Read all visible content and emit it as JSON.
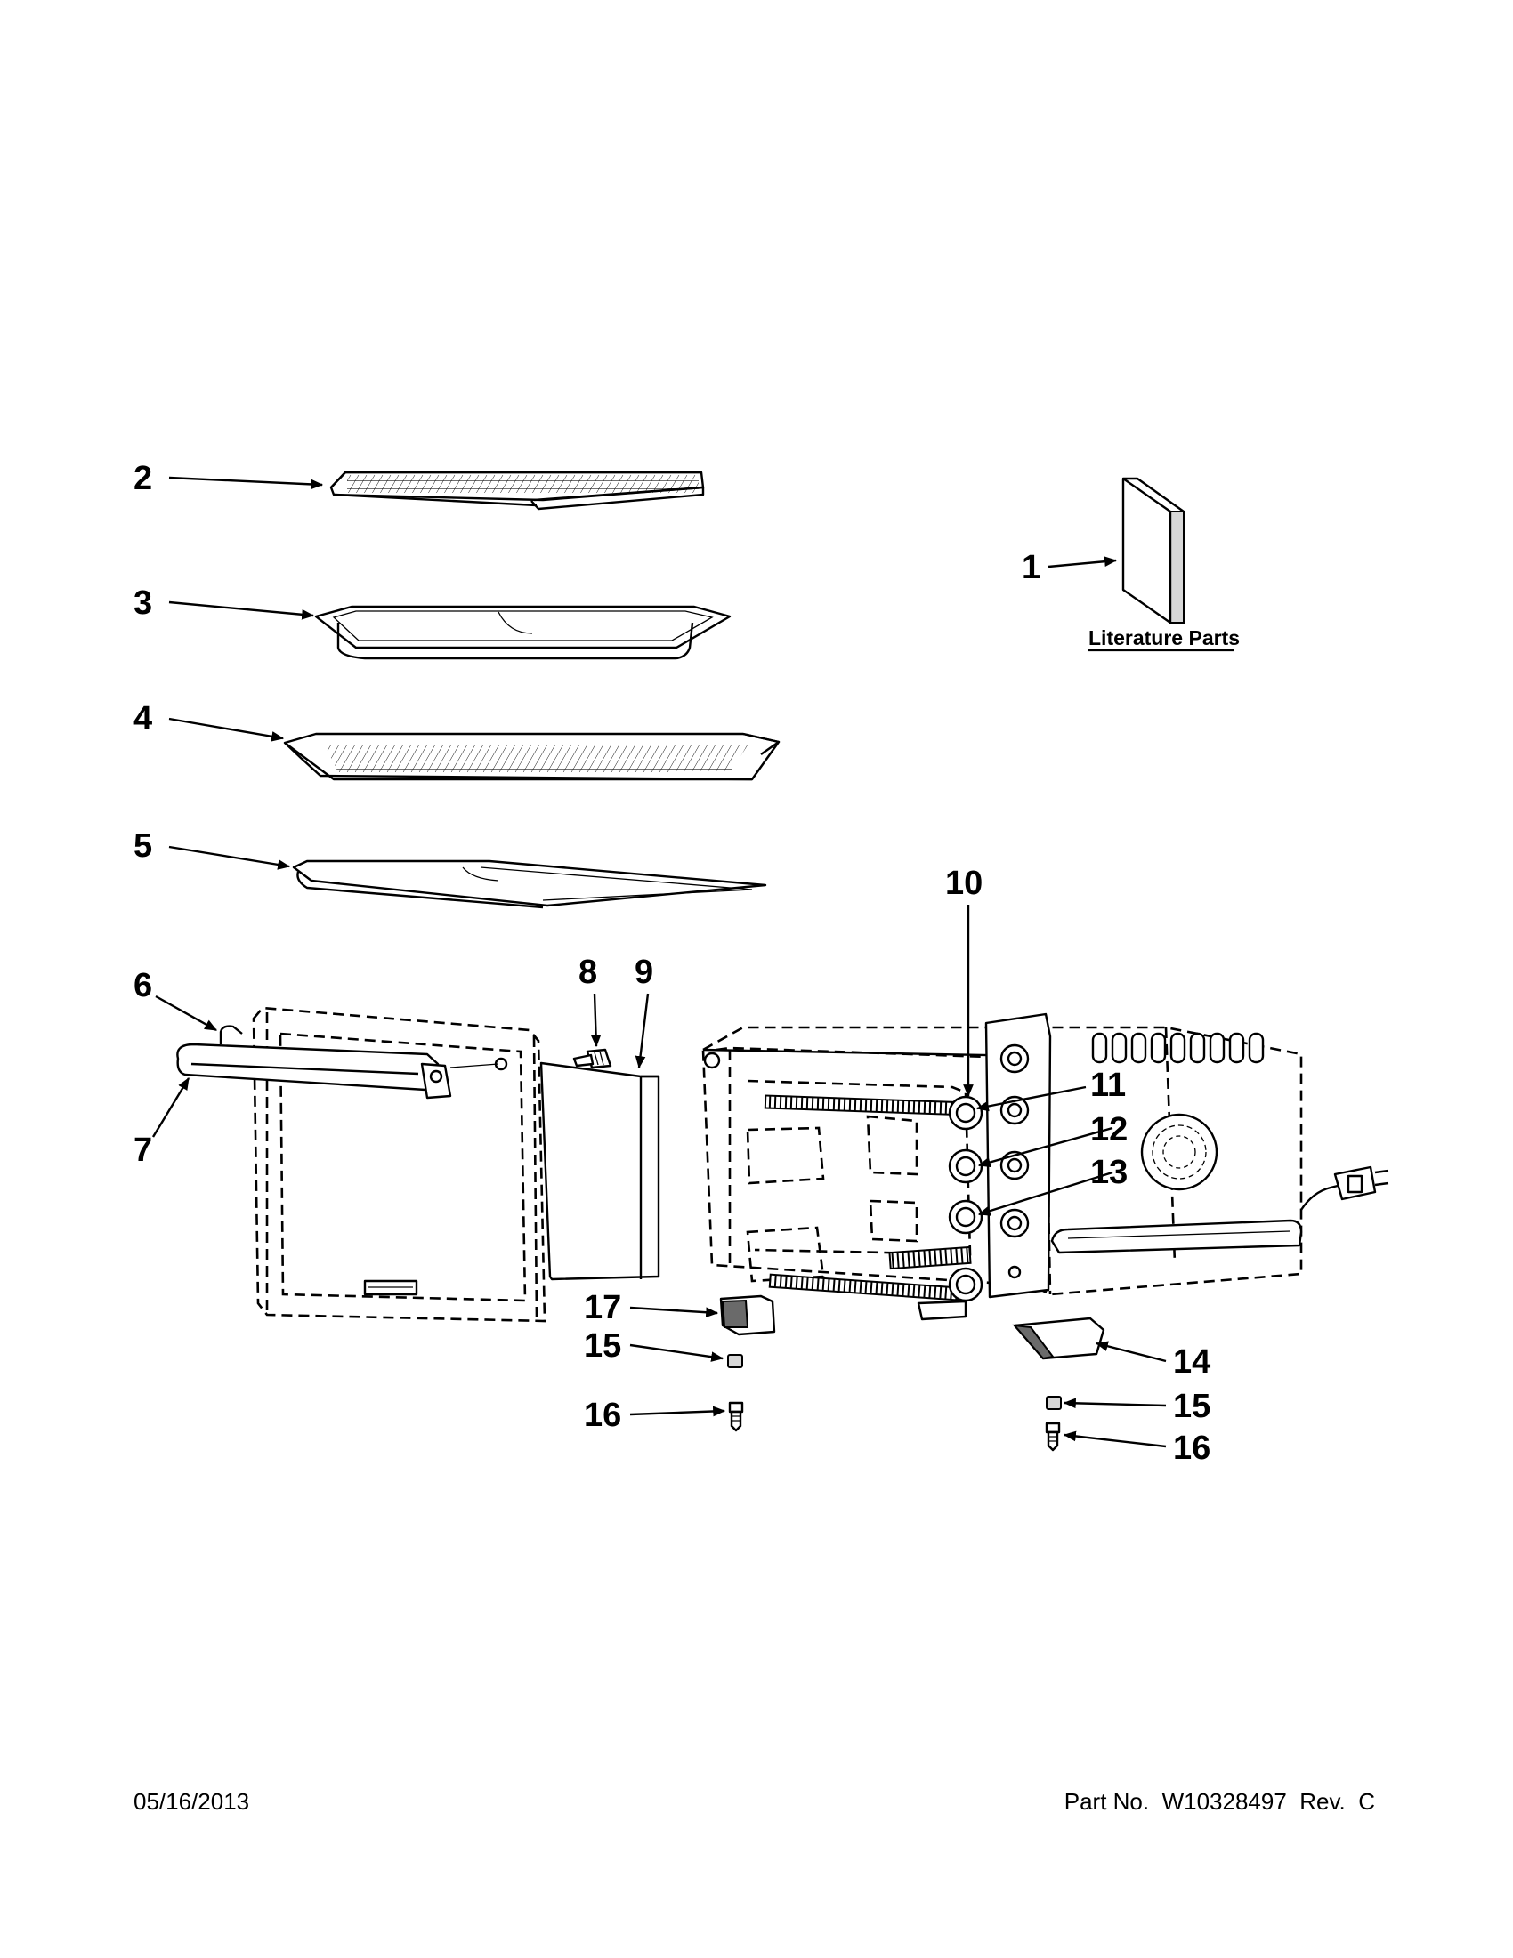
{
  "callouts": {
    "c1": "1",
    "c2": "2",
    "c3": "3",
    "c4": "4",
    "c5": "5",
    "c6": "6",
    "c7": "7",
    "c8": "8",
    "c9": "9",
    "c10": "10",
    "c11": "11",
    "c12": "12",
    "c13": "13",
    "c14": "14",
    "c15a": "15",
    "c15b": "15",
    "c16a": "16",
    "c16b": "16",
    "c17": "17"
  },
  "literature_label": "Literature Parts",
  "footer": {
    "date": "05/16/2013",
    "part": "Part No.  W10328497  Rev.  C"
  }
}
